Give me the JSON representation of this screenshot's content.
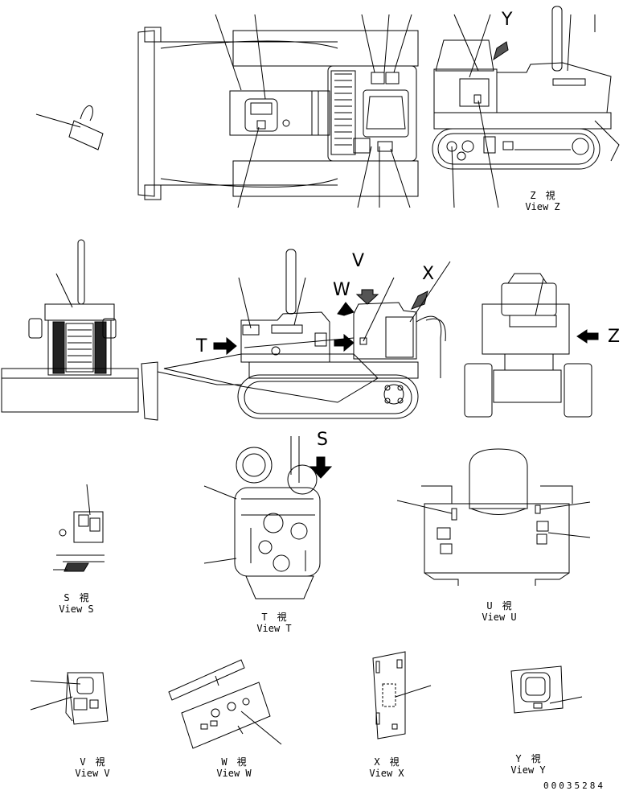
{
  "view_letters": {
    "y": "Y",
    "v": "V",
    "w": "W",
    "x": "X",
    "t": "T",
    "z": "Z",
    "s": "S"
  },
  "captions": {
    "z": {
      "jp": "Z　視",
      "en": "View Z"
    },
    "s": {
      "jp": "S　視",
      "en": "View S"
    },
    "t": {
      "jp": "T　視",
      "en": "View T"
    },
    "u": {
      "jp": "U　視",
      "en": "View U"
    },
    "v": {
      "jp": "V　視",
      "en": "View V"
    },
    "w": {
      "jp": "W　視",
      "en": "View W"
    },
    "x": {
      "jp": "X　視",
      "en": "View X"
    },
    "y": {
      "jp": "Y　視",
      "en": "View Y"
    }
  },
  "document_number": "00035284"
}
